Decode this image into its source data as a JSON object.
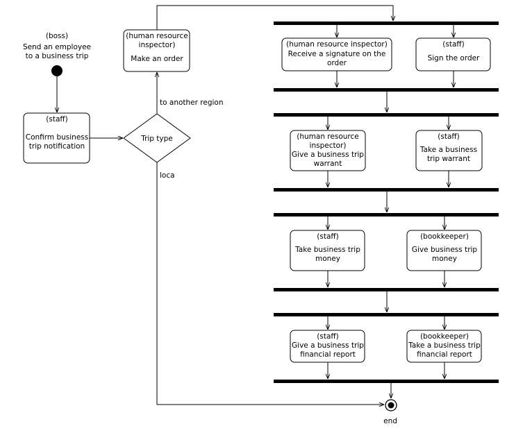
{
  "diagram": {
    "start": {
      "line1": "(boss)",
      "line2": "Send an employee",
      "line3": "to a business trip"
    },
    "confirm": {
      "line1": "(staff)",
      "line2": "Confirm business",
      "line3": "trip notification"
    },
    "decision": {
      "label": "Trip type",
      "branch_region": "to another region",
      "branch_local": "loca"
    },
    "make_order": {
      "line1": "(human resource",
      "line2": "inspector)",
      "line3": "Make an order"
    },
    "receive_signature": {
      "line1": "(human resource inspector)",
      "line2": "Receive a signature on the",
      "line3": "order"
    },
    "sign_order": {
      "line1": "(staff)",
      "line2": "Sign the order"
    },
    "give_warrant": {
      "line1": "(human resource",
      "line2": "inspector)",
      "line3": "Give a business trip",
      "line4": "warrant"
    },
    "take_warrant": {
      "line1": "(staff)",
      "line2": "Take a business",
      "line3": "trip warrant"
    },
    "take_money": {
      "line1": "(staff)",
      "line2": "Take business trip",
      "line3": "money"
    },
    "give_money": {
      "line1": "(bookkeeper)",
      "line2": "Give business trip",
      "line3": "money"
    },
    "give_report": {
      "line1": "(staff)",
      "line2": "Give a business trip",
      "line3": "financial report"
    },
    "take_report": {
      "line1": "(bookkeeper)",
      "line2": "Take a business trip",
      "line3": "financial report"
    },
    "end": {
      "label": "end"
    }
  }
}
